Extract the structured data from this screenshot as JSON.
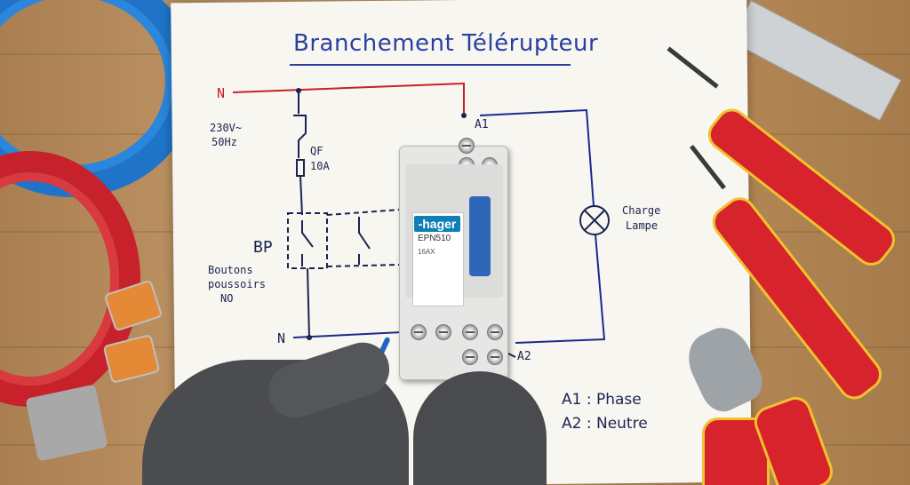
{
  "diagram": {
    "title": "Branchement Télérupteur",
    "supply_label": "230V~\n50Hz",
    "supply_line1": "230V~",
    "supply_line2": "50Hz",
    "neutral_top": "N",
    "neutral_bottom": "N",
    "breaker_name": "QF",
    "breaker_rating": "10A",
    "pushbutton_label": "BP",
    "pushbutton_desc_line1": "Boutons",
    "pushbutton_desc_line2": "poussoirs",
    "pushbutton_desc_line3": "NO",
    "load_line1": "Charge",
    "load_line2": "Lampe",
    "terminal_a1": "A1",
    "terminal_a2": "A2",
    "legend_a1": "A1 : Phase",
    "legend_a2": "A2 : Neutre"
  },
  "device": {
    "brand": "-hager",
    "model": "EPN510",
    "rating": "16AX"
  },
  "colors": {
    "phase_wire": "#c8202a",
    "neutral_wire": "#1b2a8c",
    "ink": "#1b2350",
    "title_ink": "#2b3fa0",
    "device_blue": "#2e66b8",
    "brand_blue": "#0e7fb7"
  }
}
